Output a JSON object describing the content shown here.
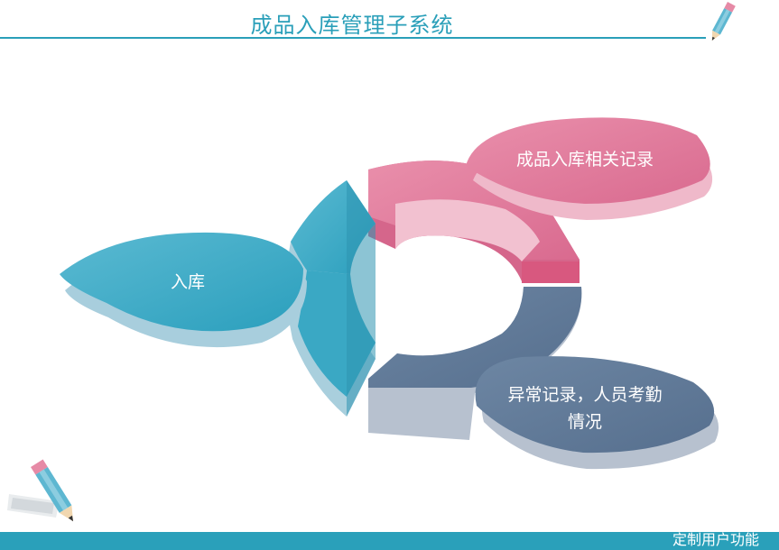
{
  "header": {
    "title": "成品入库管理子系统"
  },
  "footer": {
    "text": "定制用户功能"
  },
  "diagram": {
    "petals": [
      {
        "id": "inbound",
        "line1": "入库",
        "line2": ""
      },
      {
        "id": "records",
        "line1": "成品入库相关记录",
        "line2": ""
      },
      {
        "id": "abnormal",
        "line1": "异常记录，人员考勤",
        "line2": "情况"
      }
    ],
    "colors": {
      "teal": "#3aa8c4",
      "pink": "#e07a9b",
      "slate": "#5f7897",
      "accent": "#2aa0ba"
    }
  }
}
